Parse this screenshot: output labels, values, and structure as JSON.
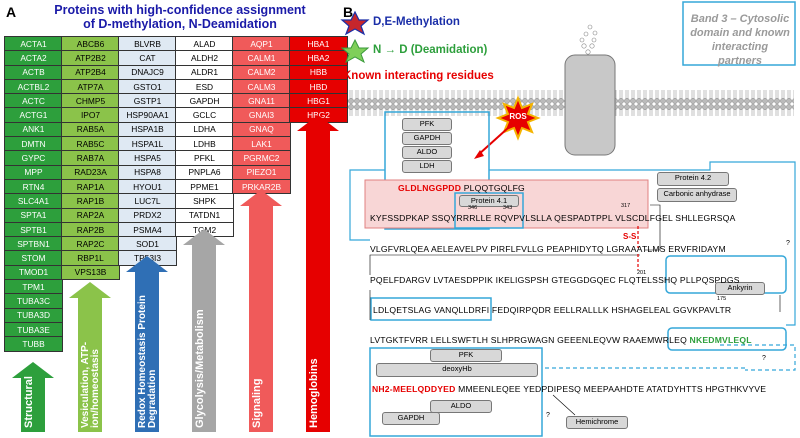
{
  "panel_a": {
    "letter": "A",
    "title_line1": "Proteins with high-confidence assignment",
    "title_line2": "of D-methylation, N-Deamidation",
    "columns": [
      [
        "ACTA1",
        "ACTA2",
        "ACTB",
        "ACTBL2",
        "ACTC",
        "ACTG1",
        "ANK1",
        "DMTN",
        "GYPC",
        "MPP",
        "RTN4",
        "SLC4A1",
        "SPTA1",
        "SPTB1",
        "SPTBN1",
        "STOM",
        "TMOD1",
        "TPM1",
        "TUBA3C",
        "TUBA3D",
        "TUBA3E",
        "TUBB"
      ],
      [
        "ABCB6",
        "ATP2B2",
        "ATP2B4",
        "ATP7A",
        "CHMP5",
        "IPO7",
        "RAB5A",
        "RAB5C",
        "RAB7A",
        "RAD23A",
        "RAP1A",
        "RAP1B",
        "RAP2A",
        "RAP2B",
        "RAP2C",
        "RBP1L",
        "VPS13B"
      ],
      [
        "BLVRB",
        "CAT",
        "DNAJC9",
        "GSTO1",
        "GSTP1",
        "HSP90AA1",
        "HSPA1B",
        "HSPA1L",
        "HSPA5",
        "HSPA8",
        "HYOU1",
        "LUC7L",
        "PRDX2",
        "PSMA4",
        "SOD1",
        "TP53I3"
      ],
      [
        "ALAD",
        "ALDH2",
        "ALDR1",
        "ESD",
        "GAPDH",
        "GCLC",
        "LDHA",
        "LDHB",
        "PFKL",
        "PNPLA6",
        "PPME1",
        "SHPK",
        "TATDN1",
        "TGM2"
      ],
      [
        "AQP1",
        "CALM1",
        "CALM2",
        "CALM3",
        "GNA11",
        "GNAI3",
        "GNAQ",
        "LAK1",
        "PGRMC2",
        "PIEZO1",
        "PRKAR2B"
      ],
      [
        "HBA1",
        "HBA2",
        "HBB",
        "HBD",
        "HBG1",
        "HBG2"
      ]
    ],
    "categories": [
      "Structural",
      "Vesiculation, ATP-ion/homeostasis",
      "Redox Homeostasis Protein Degradation",
      "Glycolysis/Metabolism",
      "Signaling",
      "Hemoglobins"
    ],
    "colors": [
      "#2d9f3c",
      "#8bc34a",
      "#2f6fb5",
      "#a6a6a6",
      "#f05a5a",
      "#e60000"
    ]
  },
  "panel_b": {
    "letter": "B",
    "legend_methyl": "D,E-Methylation",
    "legend_deamid": "N → D (Deamidation)",
    "known_residues": "Known interacting residues",
    "box_title": "Band 3 – Cytosolic domain and known interacting partners",
    "ros": "ROS",
    "partners_top": [
      "PFK",
      "GAPDH",
      "ALDO",
      "LDH"
    ],
    "protein41": "Protein 4.1",
    "protein42": "Protein 4.2",
    "carbonic": "Carbonic anhydrase",
    "ankyrin": "Ankyrin",
    "partners_bottom": [
      "PFK",
      "deoxyHb",
      "ALDO",
      "GAPDH"
    ],
    "hemichrome": "Hemichrome",
    "ss": "S-S",
    "q": "?",
    "nums": {
      "n1": "346",
      "n2": "343",
      "n3": "317",
      "n4": "201",
      "n5": "175"
    },
    "seq": {
      "r1a": "GLDLNGGPDD",
      "r1b": "PLQQTGQLFG",
      "r2a": "KYFSSDPKAP",
      "r2b": "SSQYRRRLLE",
      "r2c": "RQVPVLSLLA",
      "r2d": "QESPADTPPL",
      "r2e": "VLSCDLFGEL",
      "r2f": "SHLLEGRSQA",
      "r3a": "VLGFVRLQEA",
      "r3b": "AELEAVELPV",
      "r3c": "PIRFLFVLLG",
      "r3d": "PEAPHIDYTQ",
      "r3e": "LGRAAATLMS",
      "r3f": "ERVFRIDAYM",
      "r4a": "PQELFDARGV",
      "r4b": "LVTAESDPPIK",
      "r4c": "IKELIGSPSH",
      "r4d": "GTEGGDGQEC",
      "r4e": "FLQTELSSHQ",
      "r4f": "PLLPQSPDGS",
      "r5a": "LDLQETSLAG",
      "r5b": "VANQLLDRFI",
      "r5c": "FEDQIRPQDR",
      "r5d": "EELLRALLLK",
      "r5e": "HSHAGELEAL",
      "r5f": "GGVKPAVLTR",
      "r6a": "LVTGKTFVRR",
      "r6b": "LELLSWFTLH",
      "r6c": "SLHPRGWAGN",
      "r6d": "GEEENLEQVW",
      "r6e": "RAAEMWRLEQ",
      "r6f": "NKEDMVLEQL",
      "r7a": "NH2-MEELQDDYED",
      "r7b": "MMEENLEQEE",
      "r7c": "YEDPDIPESQ",
      "r7d": "MEEPAAHDTE",
      "r7e": "ATATDYHTTS",
      "r7f": "HPGTHKVYVE"
    }
  }
}
